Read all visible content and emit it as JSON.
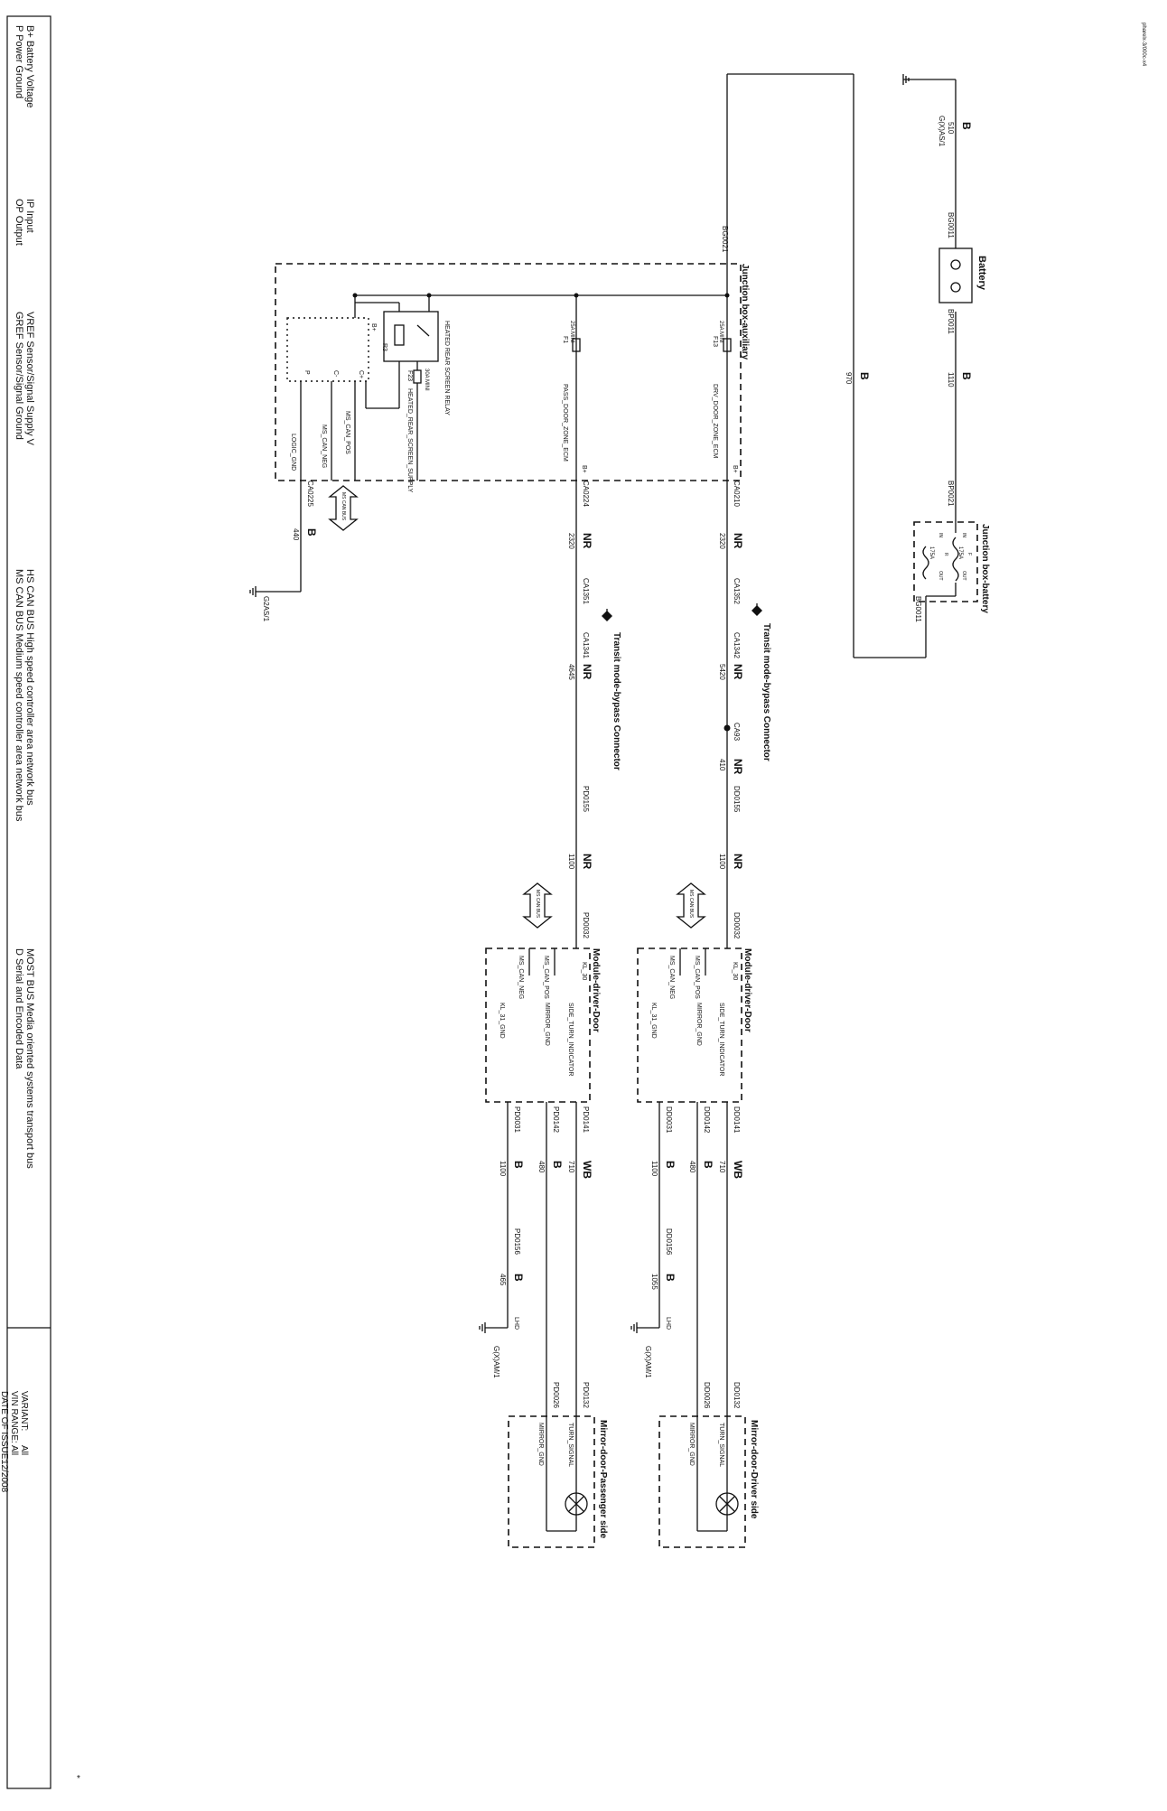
{
  "doc_code": "pharelx-3/000c-x4",
  "legend": {
    "bplus": "B+ Battery Voltage",
    "p": "P Power Ground",
    "ip": "IP Input",
    "op": "OP Output",
    "vref": "VREF Sensor/Signal Supply V",
    "gref": "GREF Sensor/Signal Ground",
    "hscan": "HS CAN BUS High speed controller area network bus",
    "mscan": "MS CAN BUS Medium speed controller area network bus",
    "most": "MOST BUS Media oriented systems transport bus",
    "d": "D Serial and Encoded Data"
  },
  "info": {
    "variant_label": "VARIANT:",
    "variant": "All",
    "vin_label": "VIN RANGE:",
    "vin": "All",
    "date_label": "DATE OF ISSUE:",
    "date": "12/2008"
  },
  "components": {
    "battery": "Battery",
    "jbb": "Junction box-battery",
    "jba": "Junction box-auxiliary",
    "transit1": "Transit mode-bypass Connector",
    "transit2": "Transit mode-bypass Connector",
    "mdd1": "Module-driver-Door",
    "mdd2": "Module-driver-Door",
    "mirror_driver": "Mirror-door-Driver side",
    "mirror_pass": "Mirror-door-Passenger side"
  },
  "labels": {
    "g_top": "G(X)AS/1",
    "w510": "510",
    "B_a": "B",
    "bg0011": "BG0011",
    "bp0011": "BP0011",
    "w1110": "1110",
    "B_b": "B",
    "w970": "970",
    "B_c": "B",
    "bp0021": "BP0021",
    "bg0011b": "BG0011",
    "f175a": "175A",
    "f175b": "175A",
    "fin1": "IN",
    "fout1": "OUT",
    "fin2": "IN",
    "fout2": "OUT",
    "fl": "F",
    "fr": "R",
    "bg0021": "BG0021",
    "f13": "F13",
    "f13r": "25A MINI",
    "f1": "F1",
    "f1r": "25A MINI",
    "f23": "F23",
    "f23r": "30A MINI",
    "relay": "HEATED REAR SCREEN RELAY",
    "hrs_sig": "HEATED_REAR_SCREEN_SUPPLY",
    "drv_zone": "DRV_DOOR_ZONE_ECM",
    "pass_zone": "PASS_DOOR_ZONE_ECM",
    "ms_pos": "MS_CAN_POS",
    "ms_neg": "MS_CAN_NEG",
    "logic_gnd": "LOGIC_GND",
    "bplus_a": "B+",
    "bplus_b": "B+",
    "bplus_c": "B+",
    "cplus": "C+",
    "cminus": "C-",
    "pin_p": "P",
    "r3": "R3",
    "ca0210": "CA0210",
    "ca0224": "CA0224",
    "ca0225": "CA0225",
    "nr1": "NR",
    "w2320a": "2320",
    "nr2": "NR",
    "w2320b": "2320",
    "B_g": "B",
    "w440": "440",
    "g2as": "G2AS/1",
    "ca1352": "CA1352",
    "ca1351": "CA1351",
    "ca1342": "CA1342",
    "ca1341": "CA1341",
    "nr3": "NR",
    "w5420": "5420",
    "nr4": "NR",
    "w4645": "4645",
    "ca93": "CA93",
    "nr5": "NR",
    "w410": "410",
    "dd0155": "DD0155",
    "pd0155": "PD0155",
    "nr6": "NR",
    "w1100a": "1100",
    "nr7": "NR",
    "w1100b": "1100",
    "ms_bus1": "MS CAN BUS",
    "ms_bus2": "MS CAN BUS",
    "ms_bus3": "MS CAN BUS",
    "dd0032": "DD0032",
    "pd0032": "PD0032",
    "kl30a": "KL_30",
    "kl30b": "KL_30",
    "side_turn1": "SIDE_TURN_INDICATOR",
    "side_turn2": "SIDE_TURN_INDICATOR",
    "mirror_gnd1": "MIRROR_GND",
    "mirror_gnd2": "MIRROR_GND",
    "kl31a": "KL_31_GND",
    "kl31b": "KL_31_GND",
    "dd0141": "DD0141",
    "dd0142": "DD0142",
    "dd0031": "DD0031",
    "pd0141": "PD0141",
    "pd0142": "PD0142",
    "pd0031": "PD0031",
    "wb1": "WB",
    "w710a": "710",
    "B_h": "B",
    "w480a": "480",
    "B_i": "B",
    "w1100c": "1100",
    "wb2": "WB",
    "w710b": "710",
    "B_j": "B",
    "w480b": "480",
    "B_k": "B",
    "w1100d": "1100",
    "dd0156": "DD0156",
    "B_l": "B",
    "w1055": "1055",
    "lhd1": "LHD",
    "gdam1": "G(X)AM/1",
    "pd0156": "PD0156",
    "B_m": "B",
    "w465": "465",
    "lhd2": "LHD",
    "gdam2": "G(X)AM/1",
    "dd0132": "DD0132",
    "dd0026": "DD0026",
    "pd0132": "PD0132",
    "pd0026": "PD0026",
    "turn_sig1": "TURN_SIGNAL",
    "turn_sig2": "TURN_SIGNAL",
    "mgnd1": "MIRROR_GND",
    "mgnd2": "MIRROR_GND",
    "star": "*"
  }
}
